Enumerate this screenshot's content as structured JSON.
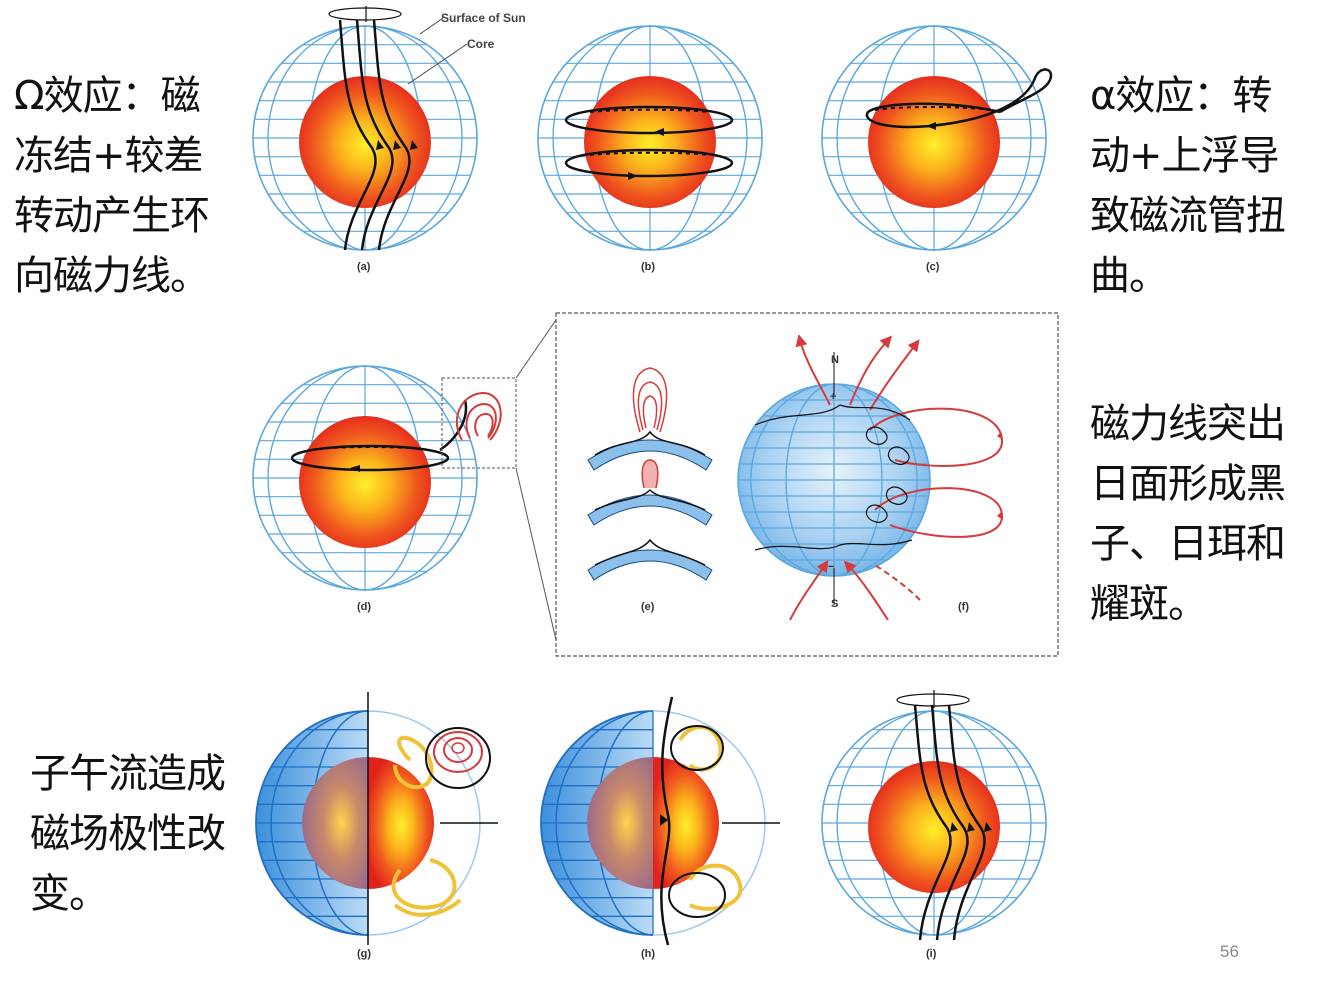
{
  "texts": {
    "omega": "Ω效应：磁\n冻结+较差\n转动产生环\n向磁力线。",
    "alpha": "α效应：转\n动+上浮导\n致磁流管扭\n曲。",
    "sunspot": "磁力线突出\n日面形成黑\n子、日珥和\n耀斑。",
    "meridional": "子午流造成\n磁场极性改\n变。"
  },
  "labels": {
    "surface": "Surface of Sun",
    "core": "Core"
  },
  "captions": {
    "a": "(a)",
    "b": "(b)",
    "c": "(c)",
    "d": "(d)",
    "e": "(e)",
    "f": "(f)",
    "g": "(g)",
    "h": "(h)",
    "i": "(i)"
  },
  "pole_labels": {
    "north": "N",
    "south": "S"
  },
  "page_number": "56",
  "colors": {
    "grid": "#5aa8e0",
    "core_outer": "#e8251e",
    "core_inner": "#ffe21a",
    "field": "#111111",
    "loop": "#d63a3a",
    "flow": "#f0c23a",
    "globe_fill": "#7db8ea"
  }
}
